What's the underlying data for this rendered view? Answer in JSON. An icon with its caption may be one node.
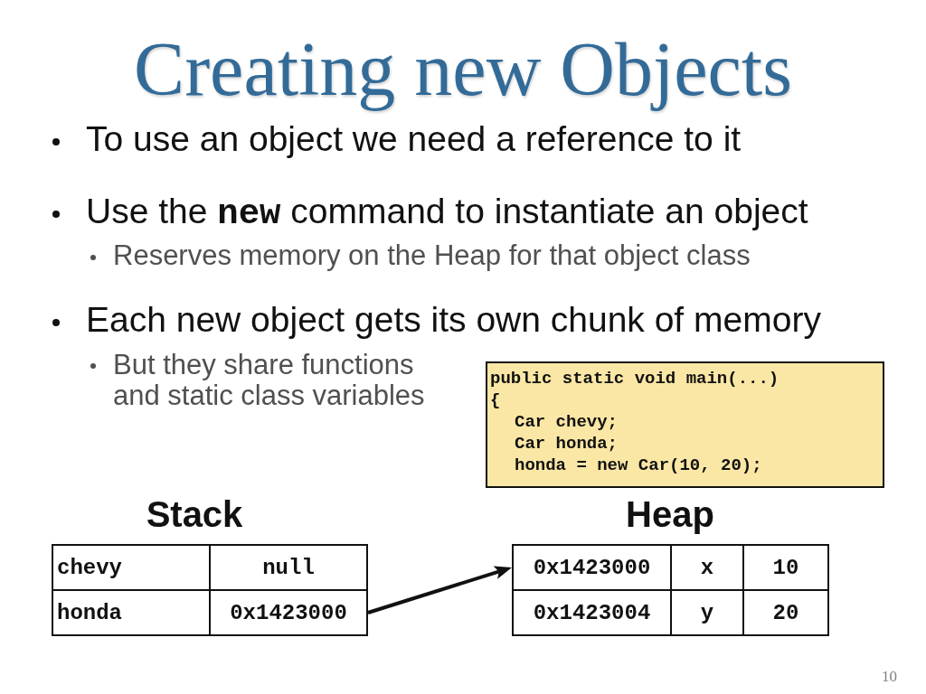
{
  "diagram": {
    "title": "Creating new Objects",
    "nodes": [
      {
        "text": [
          "public static void main(...)",
          "{",
          "Car chevy;",
          "Car honda;",
          "honda = new Car(10, 20);"
        ]
      },
      {
        "text": [
          "Stack"
        ]
      },
      {
        "text": [
          "chevy"
        ],
        "in": 1
      },
      {
        "text": [
          "null"
        ],
        "in": 1
      },
      {
        "text": [
          "honda"
        ],
        "in": 1
      },
      {
        "text": [
          "0x1423000"
        ],
        "in": 1
      },
      {
        "text": [
          "Heap"
        ]
      },
      {
        "text": [
          "0x1423000"
        ],
        "in": 6
      },
      {
        "text": [
          "x"
        ],
        "in": 6
      },
      {
        "text": [
          "10"
        ],
        "in": 6
      },
      {
        "text": [
          "0x1423004"
        ],
        "in": 6
      },
      {
        "text": [
          "y"
        ],
        "in": 6
      },
      {
        "text": [
          "20"
        ],
        "in": 6
      }
    ],
    "edges": [
      {
        "from": 5,
        "to": 7,
        "arrow": "to"
      }
    ],
    "labels": [
      "To use an object we need a reference to it",
      "Use the **new** command to instantiate an object",
      "Reserves memory on the Heap for that object class",
      "Each new object gets its own chunk of memory",
      "But they share functions and static class variables",
      "10"
    ]
  }
}
